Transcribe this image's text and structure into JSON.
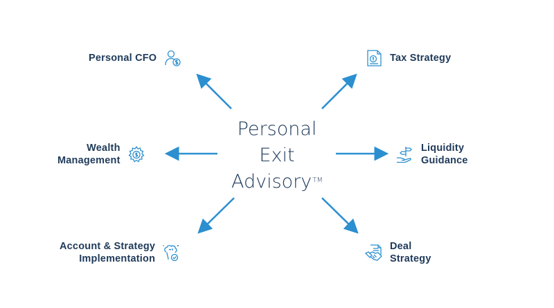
{
  "center": {
    "line1": "Personal",
    "line2": "Exit",
    "line3": "Advisory",
    "trademark": "TM"
  },
  "nodes": {
    "personal_cfo": {
      "label": "Personal CFO",
      "icon": "person-dollar-icon"
    },
    "tax_strategy": {
      "label": "Tax Strategy",
      "icon": "document-tax-icon"
    },
    "wealth_management": {
      "line1": "Wealth",
      "line2": "Management",
      "icon": "gear-dollar-icon"
    },
    "liquidity_guidance": {
      "line1": "Liquidity",
      "line2": "Guidance",
      "icon": "hand-signpost-icon"
    },
    "account_strategy": {
      "line1": "Account & Strategy",
      "line2": "Implementation",
      "icon": "brain-check-icon"
    },
    "deal_strategy": {
      "line1": "Deal",
      "line2": "Strategy",
      "icon": "handshake-document-icon"
    }
  },
  "colors": {
    "arrow": "#2b8fd0",
    "text": "#1f3a5a",
    "icon": "#2b8fd0"
  }
}
